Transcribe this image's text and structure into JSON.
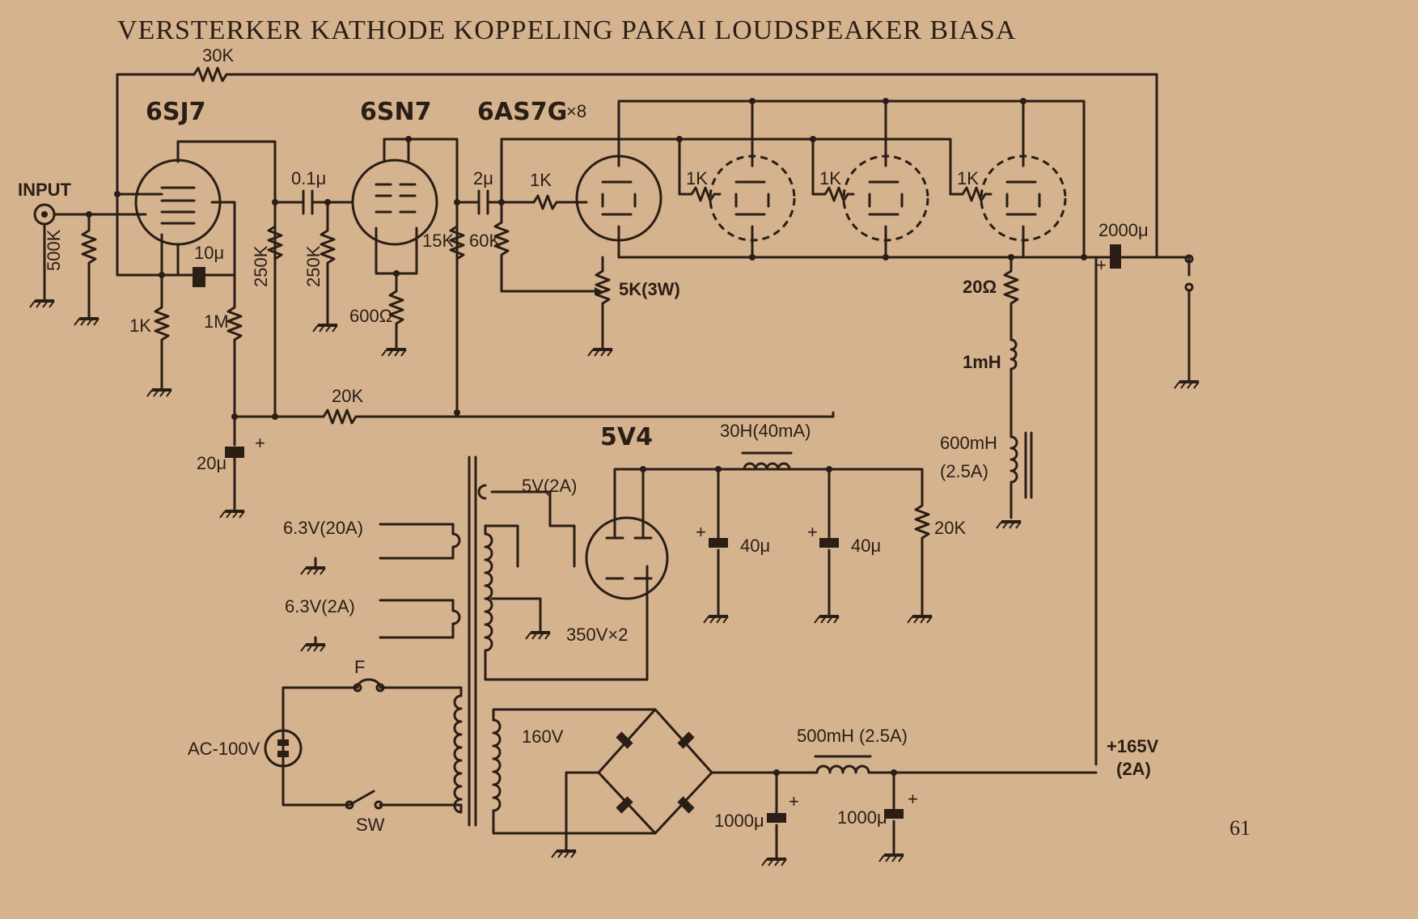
{
  "title": "VERSTERKER  KATHODE  KOPPELING  PAKAI  LOUDSPEAKER  BIASA",
  "page_number": "61",
  "tubes": {
    "v1": "6SJ7",
    "v2": "6SN7",
    "v3": "6AS7G",
    "v3_count": "×8",
    "rect": "5V4"
  },
  "labels": {
    "input": "INPUT",
    "r_feedback": "30K",
    "r_500k": "500K",
    "r_1k_cath": "1K",
    "c_10u": "10μ",
    "r_1m": "1M",
    "r_250k_a": "250K",
    "c_01u": "0.1μ",
    "r_250k_b": "250K",
    "r_600": "600Ω",
    "r_15k": "15K",
    "c_2u": "2μ",
    "r_60k": "60K",
    "r_grid1": "1K",
    "r_grid2": "1K",
    "r_grid3": "1K",
    "r_grid4": "1K",
    "pot_5k": "5K(3W)",
    "c_2000u": "2000μ",
    "r_20ohm": "20Ω",
    "l_1mh": "1mH",
    "l_600mh": "600mH",
    "l_600mh_rating": "(2.5A)",
    "r_20k": "20K",
    "c_20u": "20μ",
    "choke_30h": "30H(40mA)",
    "tr_5v": "5V(2A)",
    "tr_63v_20a": "6.3V(20A)",
    "tr_63v_2a": "6.3V(2A)",
    "c_40u_a": "40μ",
    "c_40u_b": "40μ",
    "r_20k_bleed": "20K",
    "tr_350v": "350V×2",
    "fuse": "F",
    "ac": "AC-100V",
    "switch": "SW",
    "tr_160v": "160V",
    "choke_500mh": "500mH (2.5A)",
    "c_1000u_a": "1000μ",
    "c_1000u_b": "1000μ",
    "v_out": "+165V",
    "v_out_rating": "(2A)"
  },
  "colors": {
    "paper": "#d6b38f",
    "ink": "#2a1e15"
  }
}
